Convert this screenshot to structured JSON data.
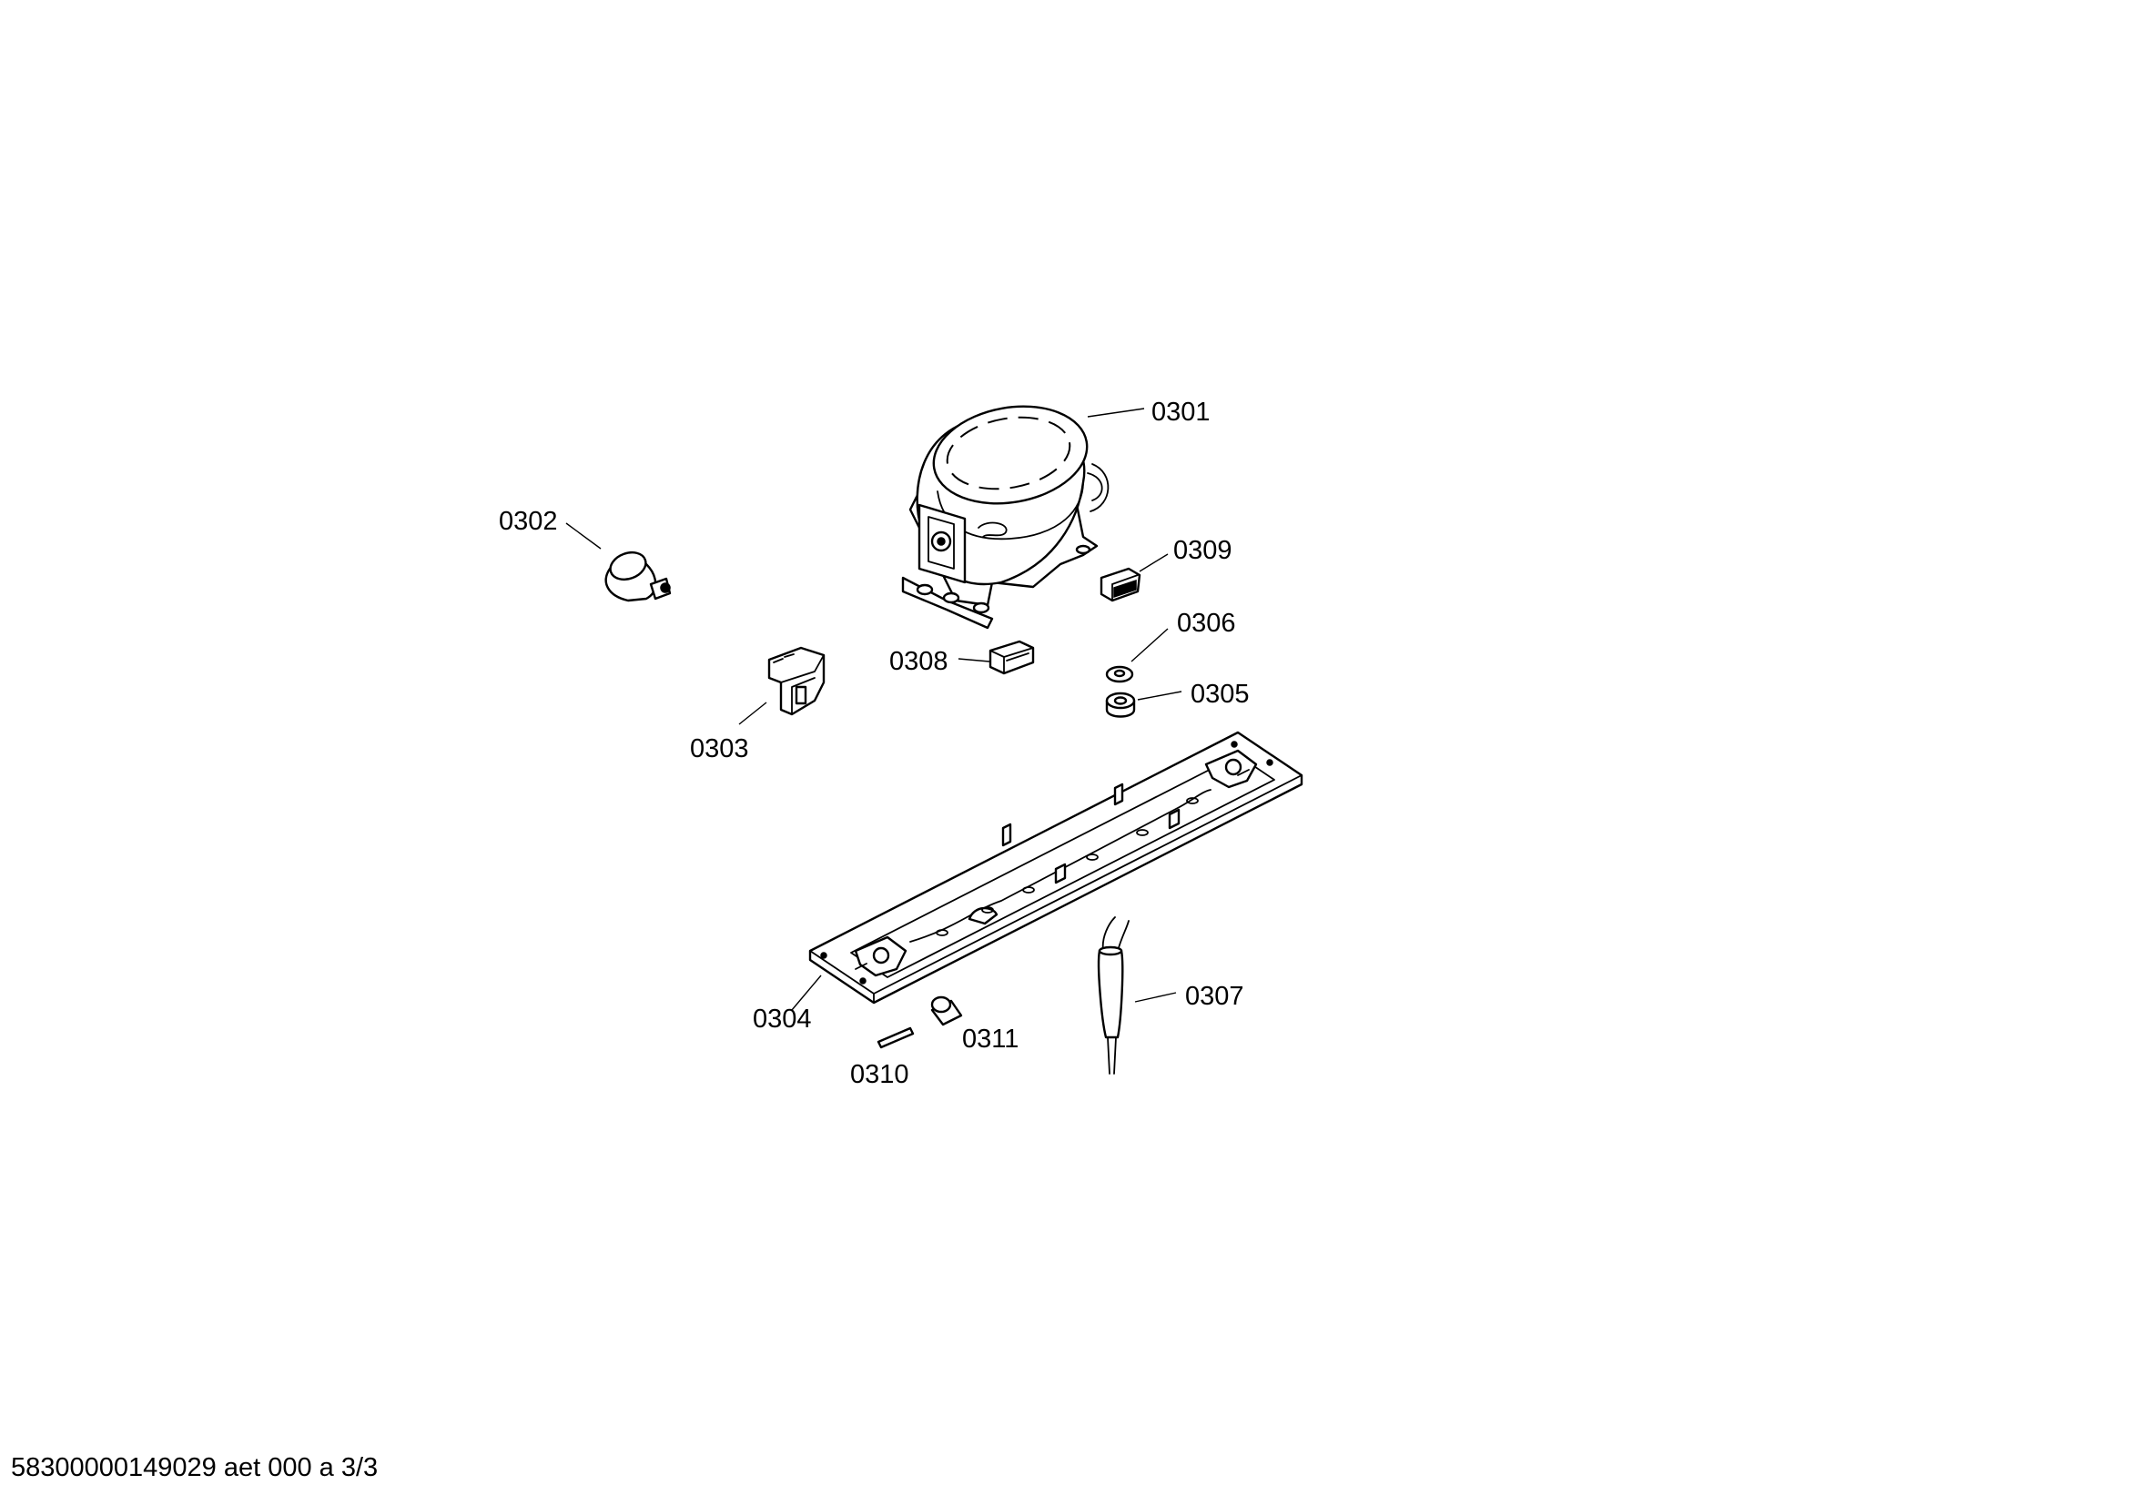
{
  "callouts": [
    {
      "id": "0301",
      "text": "0301"
    },
    {
      "id": "0302",
      "text": "0302"
    },
    {
      "id": "0303",
      "text": "0303"
    },
    {
      "id": "0304",
      "text": "0304"
    },
    {
      "id": "0305",
      "text": "0305"
    },
    {
      "id": "0306",
      "text": "0306"
    },
    {
      "id": "0307",
      "text": "0307"
    },
    {
      "id": "0308",
      "text": "0308"
    },
    {
      "id": "0309",
      "text": "0309"
    },
    {
      "id": "0310",
      "text": "0310"
    },
    {
      "id": "0311",
      "text": "0311"
    }
  ],
  "footer": "58300000149029 aet 000 a 3/3"
}
